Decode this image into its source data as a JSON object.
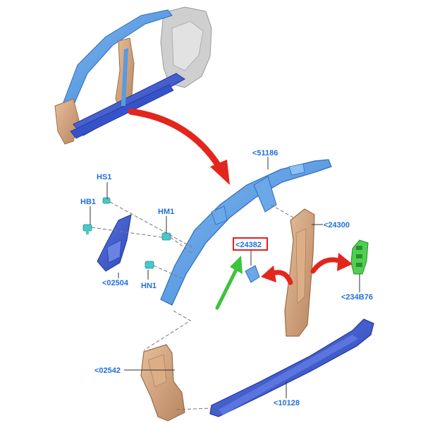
{
  "labels": {
    "hs1": "HS1",
    "hb1": "HB1",
    "hm1": "HM1",
    "hn1": "HN1",
    "p51186": "<51186",
    "p24300": "<24300",
    "p24382": "<24382",
    "p234b76": "<234B76",
    "p02504": "<02504",
    "p02542": "<02542",
    "p10128": "<10128"
  },
  "colors": {
    "label": "#1f6fd8",
    "highlight_box": "#e02020",
    "arrow_red": "#e3261c",
    "arrow_green": "#3cc43c",
    "panel_blue": "#5a9ae0",
    "panel_dark_blue": "#3a55c8",
    "panel_tan": "#d4a37e",
    "panel_gray": "#c8c8c8",
    "panel_green": "#4fcf52",
    "fastener_teal": "#48c8c8"
  },
  "icons": [
    "curved-red-arrow",
    "green-arrow",
    "red-arrow-left",
    "red-arrow-right"
  ]
}
